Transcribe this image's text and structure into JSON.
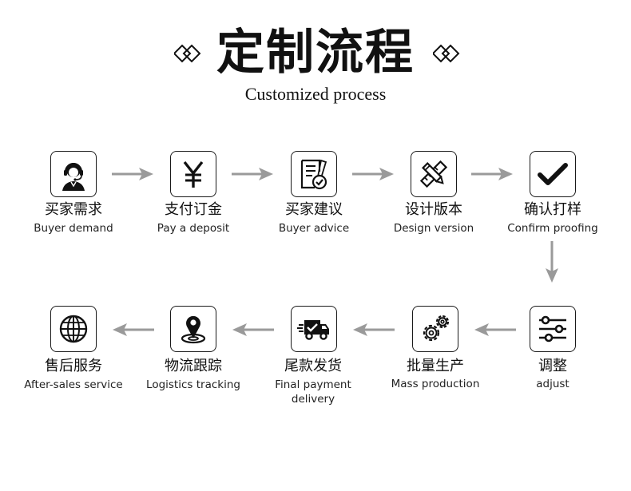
{
  "header": {
    "title": "定制流程",
    "subtitle": "Customized process"
  },
  "steps": [
    {
      "cn": "买家需求",
      "en": "Buyer demand",
      "icon": "customer-service-icon"
    },
    {
      "cn": "支付订金",
      "en": "Pay a deposit",
      "icon": "yen-icon"
    },
    {
      "cn": "买家建议",
      "en": "Buyer advice",
      "icon": "document-check-icon"
    },
    {
      "cn": "设计版本",
      "en": "Design version",
      "icon": "ruler-pencil-icon"
    },
    {
      "cn": "确认打样",
      "en": "Confirm proofing",
      "icon": "checkmark-icon"
    },
    {
      "cn": "调整",
      "en": "adjust",
      "icon": "sliders-icon"
    },
    {
      "cn": "批量生产",
      "en": "Mass production",
      "icon": "gears-icon"
    },
    {
      "cn": "尾款发货",
      "en": "Final payment delivery",
      "icon": "delivery-truck-icon"
    },
    {
      "cn": "物流跟踪",
      "en": "Logistics tracking",
      "icon": "location-pin-icon"
    },
    {
      "cn": "售后服务",
      "en": "After-sales service",
      "icon": "globe-icon"
    }
  ],
  "colors": {
    "arrow": "#9a9a9a",
    "icon": "#111111",
    "border": "#1a1a1a"
  }
}
